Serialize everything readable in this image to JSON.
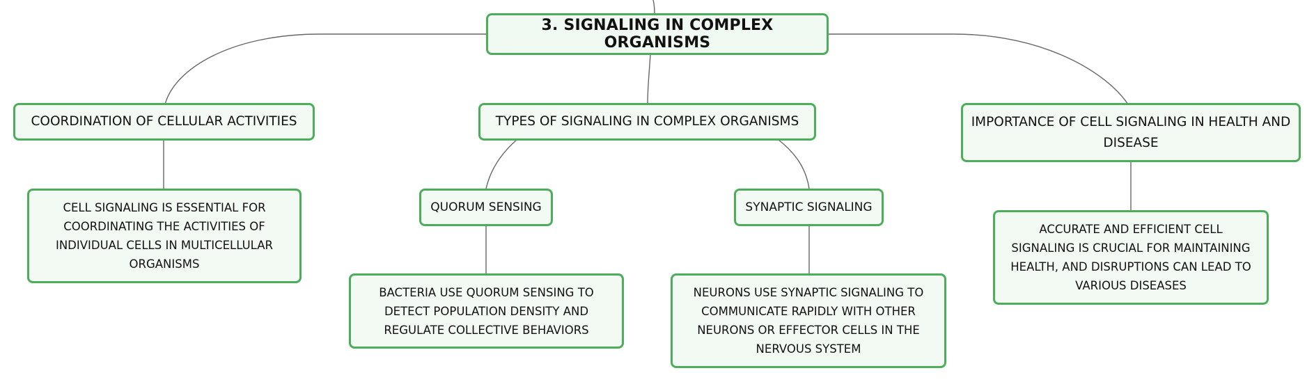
{
  "colors": {
    "node_border": "#4cae5a",
    "node_fill": "#f3faf4",
    "connector": "#666666",
    "text": "#111111"
  },
  "root": {
    "label": "3. SIGNALING IN COMPLEX ORGANISMS"
  },
  "branches": {
    "coordination": {
      "label": "COORDINATION OF CELLULAR ACTIVITIES",
      "detail": "CELL SIGNALING IS ESSENTIAL FOR COORDINATING THE ACTIVITIES OF INDIVIDUAL CELLS IN MULTICELLULAR ORGANISMS"
    },
    "types": {
      "label": "TYPES OF SIGNALING IN COMPLEX ORGANISMS",
      "quorum": {
        "label": "QUORUM SENSING",
        "detail": "BACTERIA USE QUORUM SENSING TO DETECT POPULATION DENSITY AND REGULATE COLLECTIVE BEHAVIORS"
      },
      "synaptic": {
        "label": "SYNAPTIC SIGNALING",
        "detail": "NEURONS USE SYNAPTIC SIGNALING TO COMMUNICATE RAPIDLY WITH OTHER NEURONS OR EFFECTOR CELLS IN THE NERVOUS SYSTEM"
      }
    },
    "importance": {
      "label": "IMPORTANCE OF CELL SIGNALING IN HEALTH AND DISEASE",
      "detail": "ACCURATE AND EFFICIENT CELL SIGNALING IS CRUCIAL FOR MAINTAINING HEALTH, AND DISRUPTIONS CAN LEAD TO VARIOUS DISEASES"
    }
  }
}
